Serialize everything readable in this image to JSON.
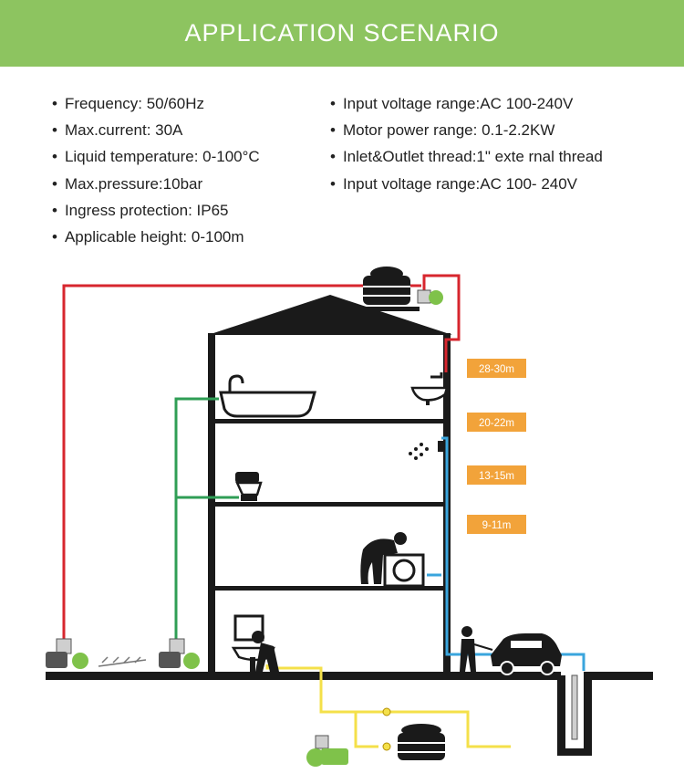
{
  "banner": {
    "title": "APPLICATION SCENARIO",
    "color": "#8dc460"
  },
  "specs_left": [
    "Frequency: 50/60Hz",
    "Max.current: 30A",
    "Liquid temperature: 0-100°C",
    "Max.pressure:10bar",
    "Ingress protection: IP65",
    "Applicable height: 0-100m"
  ],
  "specs_right": [
    "Input voltage range:AC 100-240V",
    "Motor power range: 0.1-2.2KW",
    "Inlet&Outlet thread:1\" exte rnal thread",
    "Input voltage range:AC 100- 240V"
  ],
  "height_labels": [
    "28-30m",
    "20-22m",
    "13-15m",
    "9-11m"
  ],
  "colors": {
    "label_bg": "#f2a33a",
    "pipe_red": "#d7262e",
    "pipe_green": "#2f9e55",
    "pipe_blue": "#3aa5dd",
    "pipe_yellow": "#f4e04a",
    "structure": "#1a1a1a"
  }
}
